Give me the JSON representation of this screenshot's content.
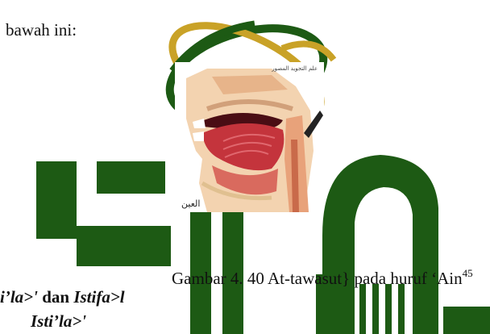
{
  "document": {
    "intro_text": "bawah ini:",
    "caption": {
      "prefix": "Gambar 4. 40 At-tawasut} pada huruf ‘Ain",
      "footnote_ref": "45"
    },
    "heading": {
      "part1": "i’la>'",
      "connector": " dan ",
      "part2": "Istifa>l"
    },
    "subheading": "Isti’la>'"
  },
  "figure": {
    "label_ar": "العين",
    "tag_ar": "علم التجويد المصور"
  },
  "watermark": {
    "logo_icon": "uin-logo-watermark",
    "colors": {
      "green": "#1d5a14",
      "gold": "#c9a227"
    }
  }
}
